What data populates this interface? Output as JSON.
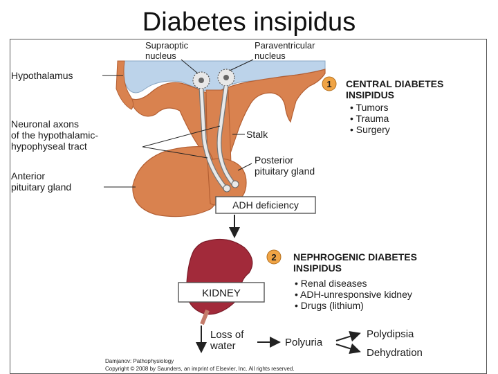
{
  "slide": {
    "title": "Diabetes insipidus"
  },
  "labels": {
    "supraoptic_1": "Supraoptic",
    "supraoptic_2": "nucleus",
    "paraventricular_1": "Paraventricular",
    "paraventricular_2": "nucleus",
    "hypothalamus": "Hypothalamus",
    "axons_1": "Neuronal axons",
    "axons_2": "of the hypothalamic-",
    "axons_3": "hypophyseal tract",
    "stalk": "Stalk",
    "anterior_1": "Anterior",
    "anterior_2": "pituitary gland",
    "posterior_1": "Posterior",
    "posterior_2": "pituitary gland",
    "adh_deficiency": "ADH deficiency",
    "kidney": "KIDNEY",
    "loss_1": "Loss of",
    "loss_2": "water",
    "polyuria": "Polyuria",
    "polydipsia": "Polydipsia",
    "dehydration": "Dehydration"
  },
  "central": {
    "number": "1",
    "title_1": "CENTRAL DIABETES",
    "title_2": "INSIPIDUS",
    "causes": [
      "• Tumors",
      "• Trauma",
      "• Surgery"
    ]
  },
  "nephrogenic": {
    "number": "2",
    "title_1": "NEPHROGENIC DIABETES",
    "title_2": "INSIPIDUS",
    "causes": [
      "• Renal diseases",
      "• ADH-unresponsive kidney",
      "• Drugs (lithium)"
    ]
  },
  "credit": {
    "line1": "Damjanov: Pathophysiology",
    "line2": "Copyright © 2008 by Saunders, an imprint of Elsevier, Inc. All rights reserved."
  },
  "colors": {
    "tissue": "#d9824f",
    "tissue_dark": "#b35f33",
    "hypothalamus_fill": "#bcd3ea",
    "kidney": "#a22a3a",
    "badge": "#f0a445",
    "axon": "#e9e9e9"
  }
}
